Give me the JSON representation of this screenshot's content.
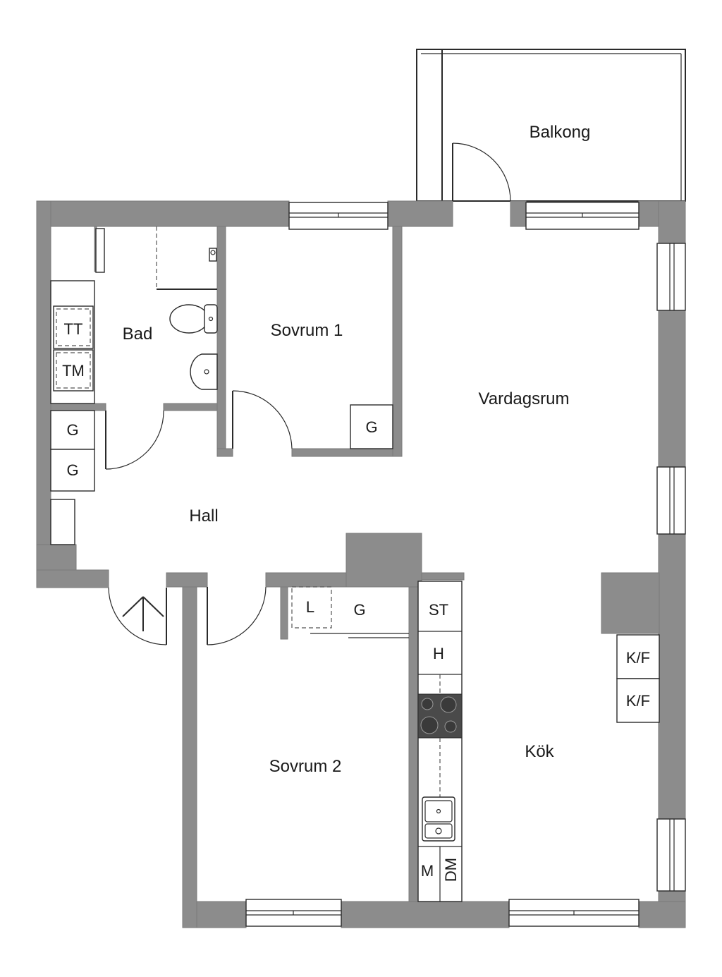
{
  "rooms": {
    "balkong": "Balkong",
    "bad": "Bad",
    "sovrum1": "Sovrum 1",
    "vardagsrum": "Vardagsrum",
    "hall": "Hall",
    "sovrum2": "Sovrum 2",
    "kok": "Kök"
  },
  "fixtures": {
    "tt": "TT",
    "tm": "TM",
    "g": "G",
    "l": "L",
    "st": "ST",
    "h": "H",
    "m": "M",
    "dm": "DM",
    "kf": "K/F"
  },
  "colors": {
    "wall": "#8c8c8c",
    "line": "#2a2a2a",
    "background": "#ffffff"
  },
  "icons": {
    "entrance": "arrow-up-icon",
    "stove": "cooktop-icon",
    "sink": "sink-icon",
    "toilet": "toilet-icon",
    "washbasin": "washbasin-icon"
  }
}
